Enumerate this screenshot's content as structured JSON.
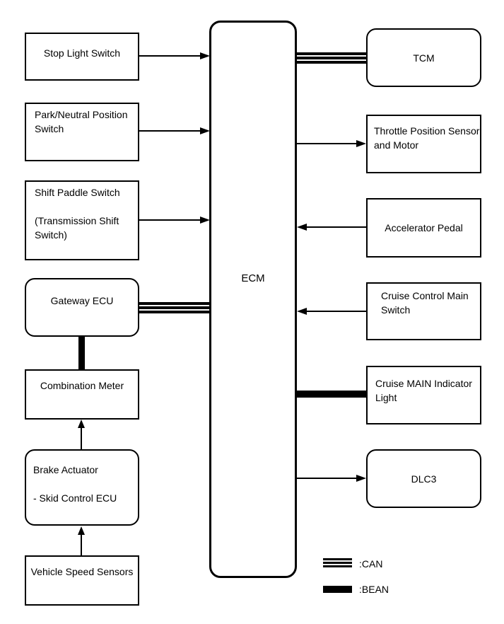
{
  "nodes": {
    "ecm": {
      "label": "ECM"
    },
    "stop_light_switch": {
      "label": "Stop Light Switch"
    },
    "park_neutral_position_switch": {
      "label": "Park/Neutral Position\nSwitch"
    },
    "shift_paddle_switch": {
      "label": "Shift Paddle Switch\n\n(Transmission Shift\nSwitch)"
    },
    "gateway_ecu": {
      "label": "Gateway ECU"
    },
    "combination_meter": {
      "label": "Combination Meter"
    },
    "brake_actuator": {
      "label": "Brake Actuator\n\n- Skid Control ECU"
    },
    "vehicle_speed_sensors": {
      "label": "Vehicle Speed Sensors"
    },
    "tcm": {
      "label": "TCM"
    },
    "throttle_position_sensor_and_motor": {
      "label": "Throttle Position Sensor\nand Motor"
    },
    "accelerator_pedal": {
      "label": "Accelerator Pedal"
    },
    "cruise_control_main_switch": {
      "label": "Cruise Control Main\nSwitch"
    },
    "cruise_main_indicator_light": {
      "label": "Cruise MAIN Indicator\nLight"
    },
    "dlc3": {
      "label": "DLC3"
    }
  },
  "legend": {
    "can_label": ":CAN",
    "bean_label": ":BEAN"
  },
  "colors": {
    "line": "#000000",
    "background": "#ffffff"
  },
  "connections": [
    {
      "from": "Stop Light Switch",
      "to": "ECM",
      "style": "arrow"
    },
    {
      "from": "Park/Neutral Position Switch",
      "to": "ECM",
      "style": "arrow"
    },
    {
      "from": "Shift Paddle Switch (Transmission Shift Switch)",
      "to": "ECM",
      "style": "arrow"
    },
    {
      "from": "Gateway ECU",
      "to": "ECM",
      "style": "CAN"
    },
    {
      "from": "Gateway ECU",
      "to": "Combination Meter",
      "style": "BEAN"
    },
    {
      "from": "Brake Actuator - Skid Control ECU",
      "to": "Combination Meter",
      "style": "arrow"
    },
    {
      "from": "Vehicle Speed Sensors",
      "to": "Brake Actuator - Skid Control ECU",
      "style": "arrow"
    },
    {
      "from": "ECM",
      "to": "TCM",
      "style": "CAN"
    },
    {
      "from": "ECM",
      "to": "Throttle Position Sensor and Motor",
      "style": "arrow"
    },
    {
      "from": "Accelerator Pedal",
      "to": "ECM",
      "style": "arrow"
    },
    {
      "from": "Cruise Control Main Switch",
      "to": "ECM",
      "style": "arrow"
    },
    {
      "from": "ECM",
      "to": "Cruise MAIN Indicator Light",
      "style": "BEAN"
    },
    {
      "from": "ECM",
      "to": "DLC3",
      "style": "arrow"
    }
  ]
}
